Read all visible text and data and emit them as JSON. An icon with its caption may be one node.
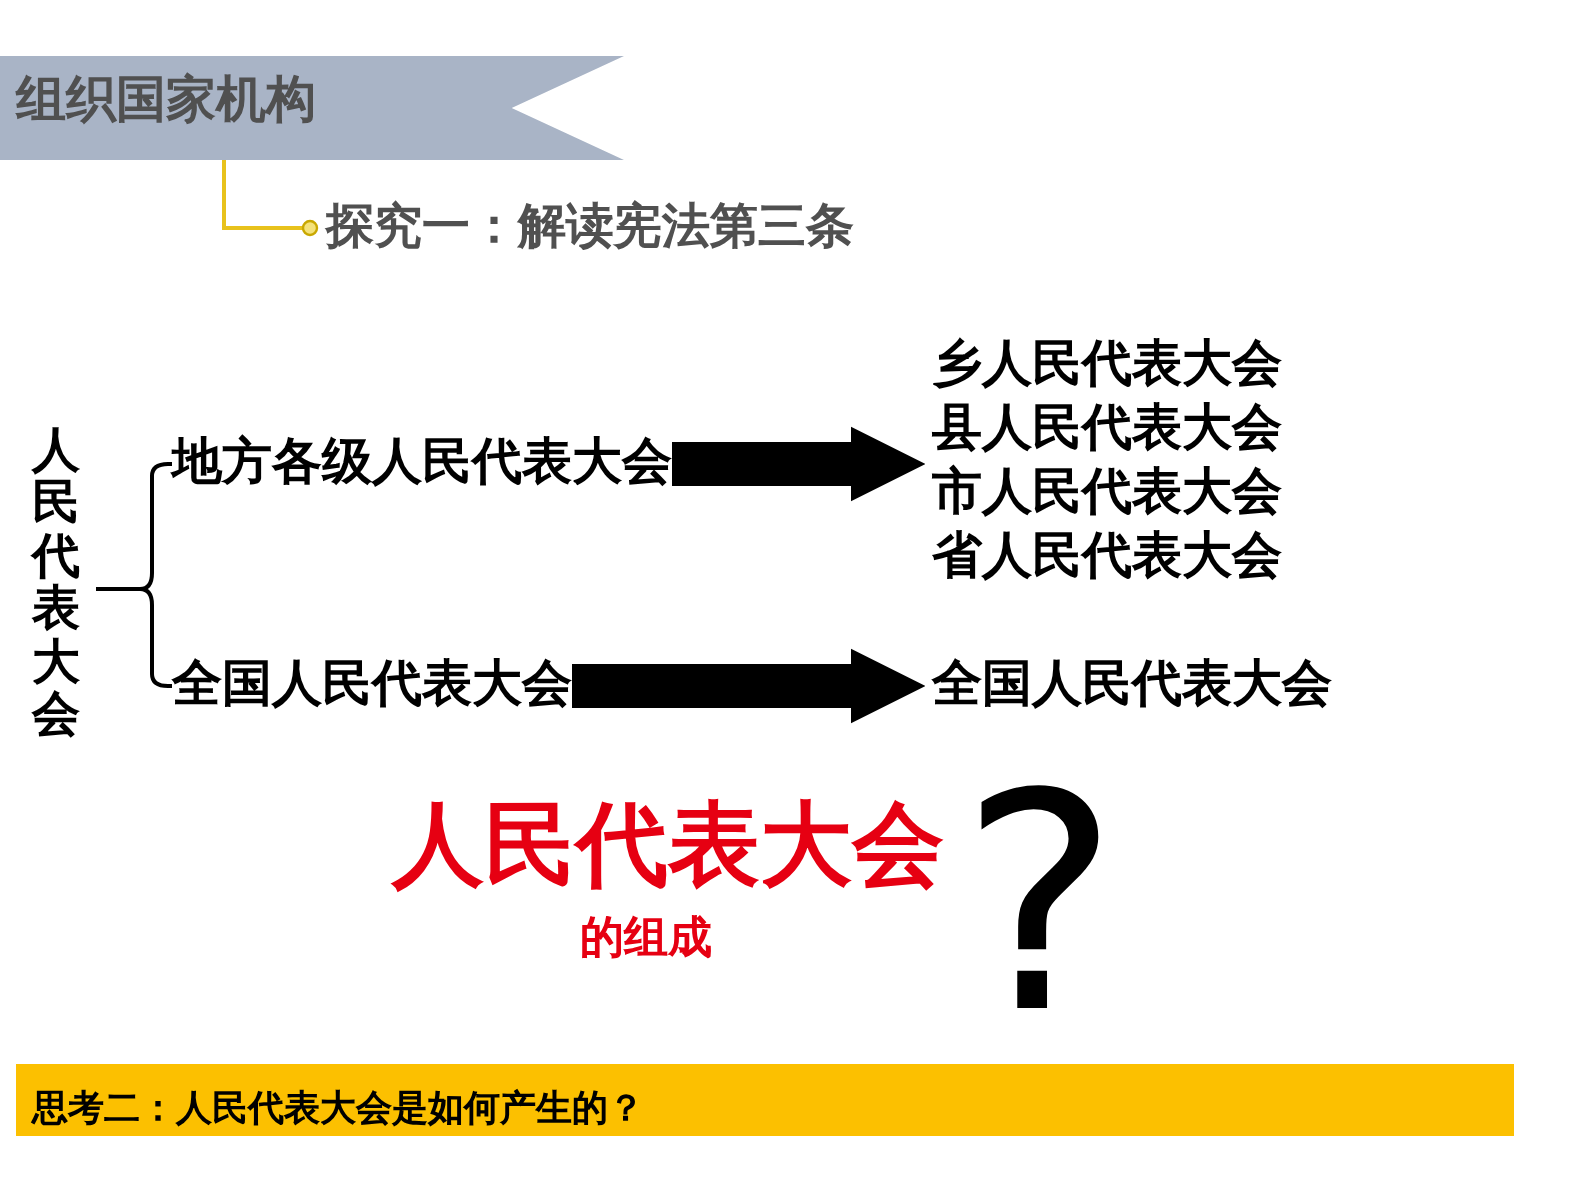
{
  "diagram": {
    "nodes": [
      {
        "text": [
          "组织国家机构"
        ]
      },
      {
        "text": [
          "探究一：解读宪法第三条"
        ]
      },
      {
        "text": [
          "人民代表大会"
        ]
      },
      {
        "text": [
          "地方各级人民代表大会"
        ]
      },
      {
        "text": [
          "全国人民代表大会"
        ]
      },
      {
        "text": [
          "乡人民代表大会",
          "县人民代表大会",
          "市人民代表大会",
          "省人民代表大会"
        ]
      },
      {
        "text": [
          "全国人民代表大会"
        ]
      },
      {
        "text": [
          "思考二：人民代表大会是如何产生的？"
        ]
      }
    ],
    "edges": [
      {
        "from": 0,
        "to": 1,
        "arrow": "other",
        "color": "#e8c21c"
      },
      {
        "from": 2,
        "to": 3,
        "arrow": "none"
      },
      {
        "from": 2,
        "to": 4,
        "arrow": "none"
      },
      {
        "from": 3,
        "to": 5,
        "arrow": "to",
        "style": "thick"
      },
      {
        "from": 4,
        "to": 6,
        "arrow": "to",
        "style": "thick"
      }
    ],
    "labels": [
      "人民代表大会",
      "的组成",
      "?"
    ]
  }
}
